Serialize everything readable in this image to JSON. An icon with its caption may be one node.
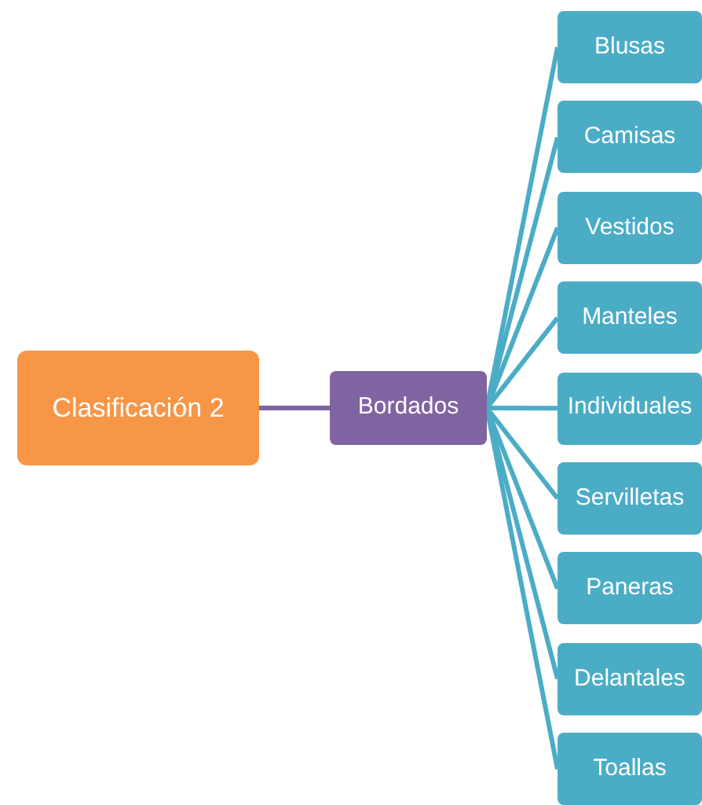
{
  "diagram": {
    "nodes": [
      {
        "text": [
          "Clasificación 2"
        ]
      },
      {
        "text": [
          "Bordados"
        ]
      },
      {
        "text": [
          "Blusas"
        ]
      },
      {
        "text": [
          "Camisas"
        ]
      },
      {
        "text": [
          "Vestidos"
        ]
      },
      {
        "text": [
          "Manteles"
        ]
      },
      {
        "text": [
          "Individuales"
        ]
      },
      {
        "text": [
          "Servilletas"
        ]
      },
      {
        "text": [
          "Paneras"
        ]
      },
      {
        "text": [
          "Delantales"
        ]
      },
      {
        "text": [
          "Toallas"
        ]
      }
    ],
    "edges": [
      {
        "from": 0,
        "to": 1,
        "arrow": "none",
        "color": "#8064a2"
      },
      {
        "from": 1,
        "to": 2,
        "arrow": "none"
      },
      {
        "from": 1,
        "to": 3,
        "arrow": "none"
      },
      {
        "from": 1,
        "to": 4,
        "arrow": "none"
      },
      {
        "from": 1,
        "to": 5,
        "arrow": "none"
      },
      {
        "from": 1,
        "to": 6,
        "arrow": "none"
      },
      {
        "from": 1,
        "to": 7,
        "arrow": "none"
      },
      {
        "from": 1,
        "to": 8,
        "arrow": "none"
      },
      {
        "from": 1,
        "to": 9,
        "arrow": "none"
      },
      {
        "from": 1,
        "to": 10,
        "arrow": "none"
      }
    ]
  }
}
